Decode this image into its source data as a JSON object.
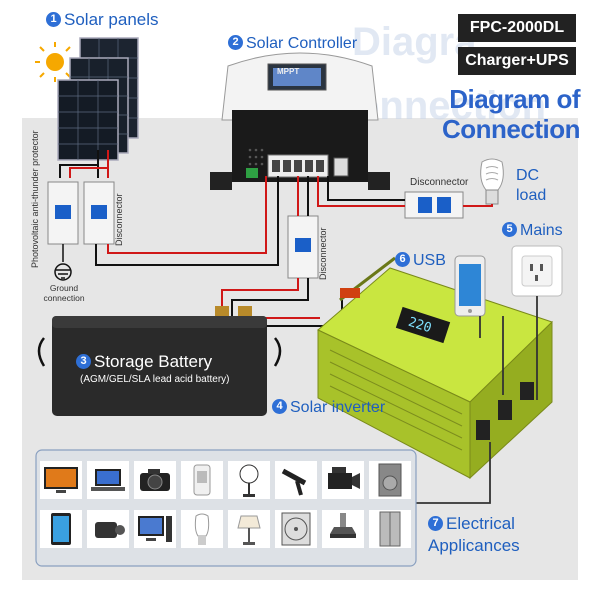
{
  "badges": {
    "model": "FPC-2000DL",
    "type": "Charger+UPS"
  },
  "title": {
    "line1": "Diagram of",
    "line2": "Connection"
  },
  "watermark": {
    "line1": "Diagra",
    "line2": "onnection"
  },
  "labels": {
    "solar_panels": {
      "num": "1",
      "text": "Solar panels"
    },
    "solar_controller": {
      "num": "2",
      "text": "Solar Controller"
    },
    "storage_battery": {
      "num": "3",
      "text": "Storage Battery"
    },
    "battery_types": "(AGM/GEL/SLA lead acid battery)",
    "solar_inverter": {
      "num": "4",
      "text": "Solar inverter"
    },
    "mains": {
      "num": "5",
      "text": "Mains"
    },
    "usb": {
      "num": "6",
      "text": "USB"
    },
    "electrical": {
      "num": "7",
      "line1": "Electrical",
      "line2": "Applicances"
    },
    "dc_load": {
      "line1": "DC",
      "line2": "load"
    },
    "disconnector": "Disconnector",
    "photovoltaic": "Photovoltaic anti-thunder protector",
    "ground": {
      "line1": "Ground",
      "line2": "connection"
    },
    "mppt": "MPPT",
    "inverter_display": "220"
  },
  "colors": {
    "accent": "#2e6fd6",
    "inverter": "#b8d930",
    "wire_red": "#d01818",
    "wire_black": "#111111",
    "panel_bg": "#e6e6e6"
  },
  "appliances": [
    "tv-icon",
    "laptop-icon",
    "camera-icon",
    "air-purifier-icon",
    "fan-icon",
    "hair-dryer-icon",
    "video-camera-icon",
    "washing-machine-icon",
    "tablet-icon",
    "camcorder-icon",
    "desktop-icon",
    "bulb-icon",
    "lamp-icon",
    "box-fan-icon",
    "range-hood-icon",
    "refrigerator-icon"
  ]
}
